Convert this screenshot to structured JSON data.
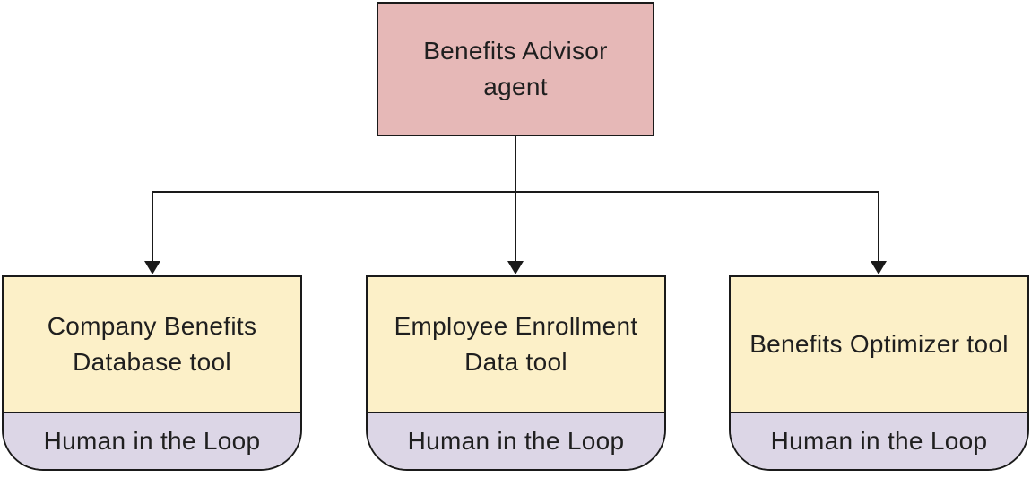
{
  "agent": {
    "label": "Benefits Advisor agent"
  },
  "tools": [
    {
      "label": "Company Benefits Database tool",
      "sub_label": "Human in the Loop"
    },
    {
      "label": "Employee Enrollment Data tool",
      "sub_label": "Human in the Loop"
    },
    {
      "label": "Benefits Optimizer tool",
      "sub_label": "Human in the Loop"
    }
  ],
  "colors": {
    "agent_fill": "#e6b8b7",
    "tool_fill": "#fcf0c8",
    "hitl_fill": "#dcd6e6",
    "stroke": "#1a1a1a"
  }
}
